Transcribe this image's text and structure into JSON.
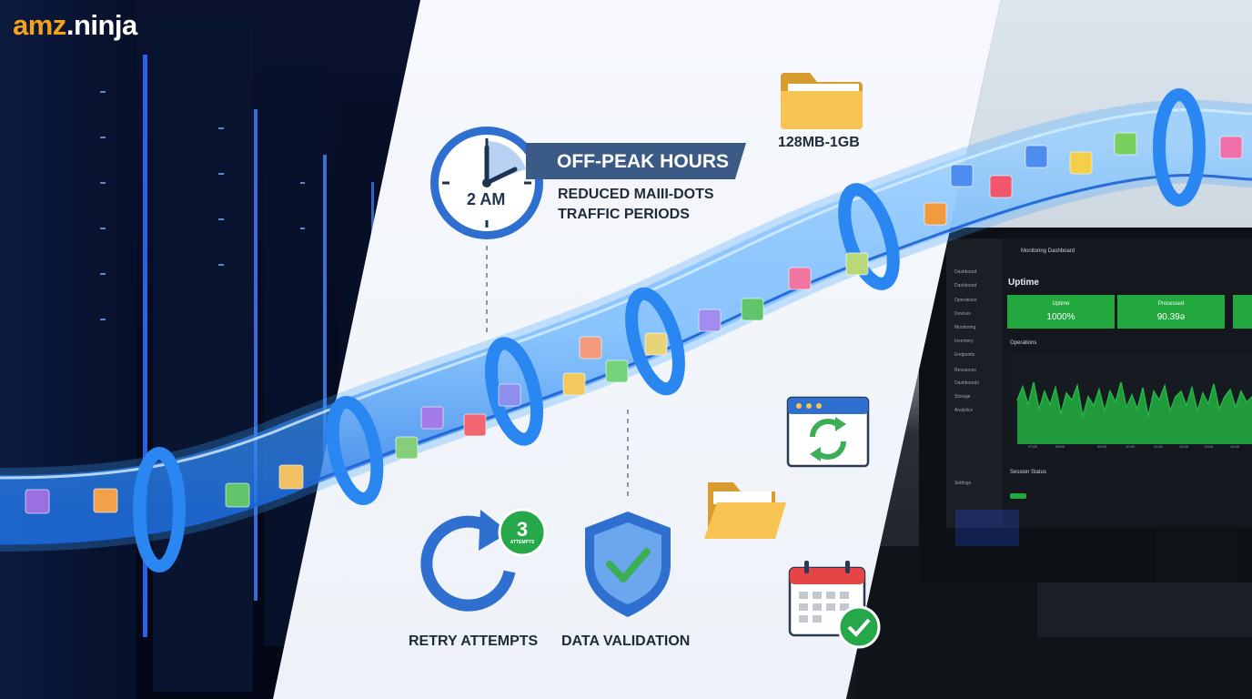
{
  "brand": {
    "amz": "amz",
    "dot": ".",
    "ninja": "ninja",
    "accent": "#f6a11b"
  },
  "schedule": {
    "clock_label": "2 AM",
    "title": "OFF-PEAK HOURS",
    "subtitle_line1": "REDUCED MAIII-DOTS",
    "subtitle_line2": "TRAFFIC PERIODS"
  },
  "file_size": {
    "label": "128MB-1GB",
    "icon": "folder-icon"
  },
  "retry": {
    "count": "3",
    "count_caption": "ATTEMPTS",
    "label": "RETRY ATTEMPTS",
    "icon": "retry-arrow-icon"
  },
  "validation": {
    "label": "DATA VALIDATION",
    "icon": "shield-check-icon"
  },
  "icons": [
    "refresh-window-icon",
    "open-folder-icon",
    "calendar-check-icon"
  ],
  "dashboard": {
    "title": "Monitoring Dashboard",
    "heading": "Uptime",
    "nav": [
      "Dashboard",
      "Dashboard",
      "Operations",
      "Devices",
      "Monitoring",
      "Inventory",
      "Endpoints",
      "Resources",
      "Dashboards",
      "Storage",
      "Analytics",
      "Settings"
    ],
    "tiles": [
      {
        "label": "Uptime",
        "value": "1000%"
      },
      {
        "label": "Processed",
        "value": "90.39ə"
      }
    ],
    "section_label": "Operations",
    "x_ticks": [
      "07:00",
      "08:00",
      "09:00",
      "10:00",
      "11:00",
      "12:00",
      "13:00",
      "14:00"
    ],
    "status_label": "Session Status",
    "colors": {
      "green": "#22a83f",
      "panel": "#14181e"
    }
  },
  "colors": {
    "pipe": "#3ea0ff",
    "navy": "#1e3352",
    "banner": "#3c5a86",
    "green_badge": "#26a84a"
  }
}
